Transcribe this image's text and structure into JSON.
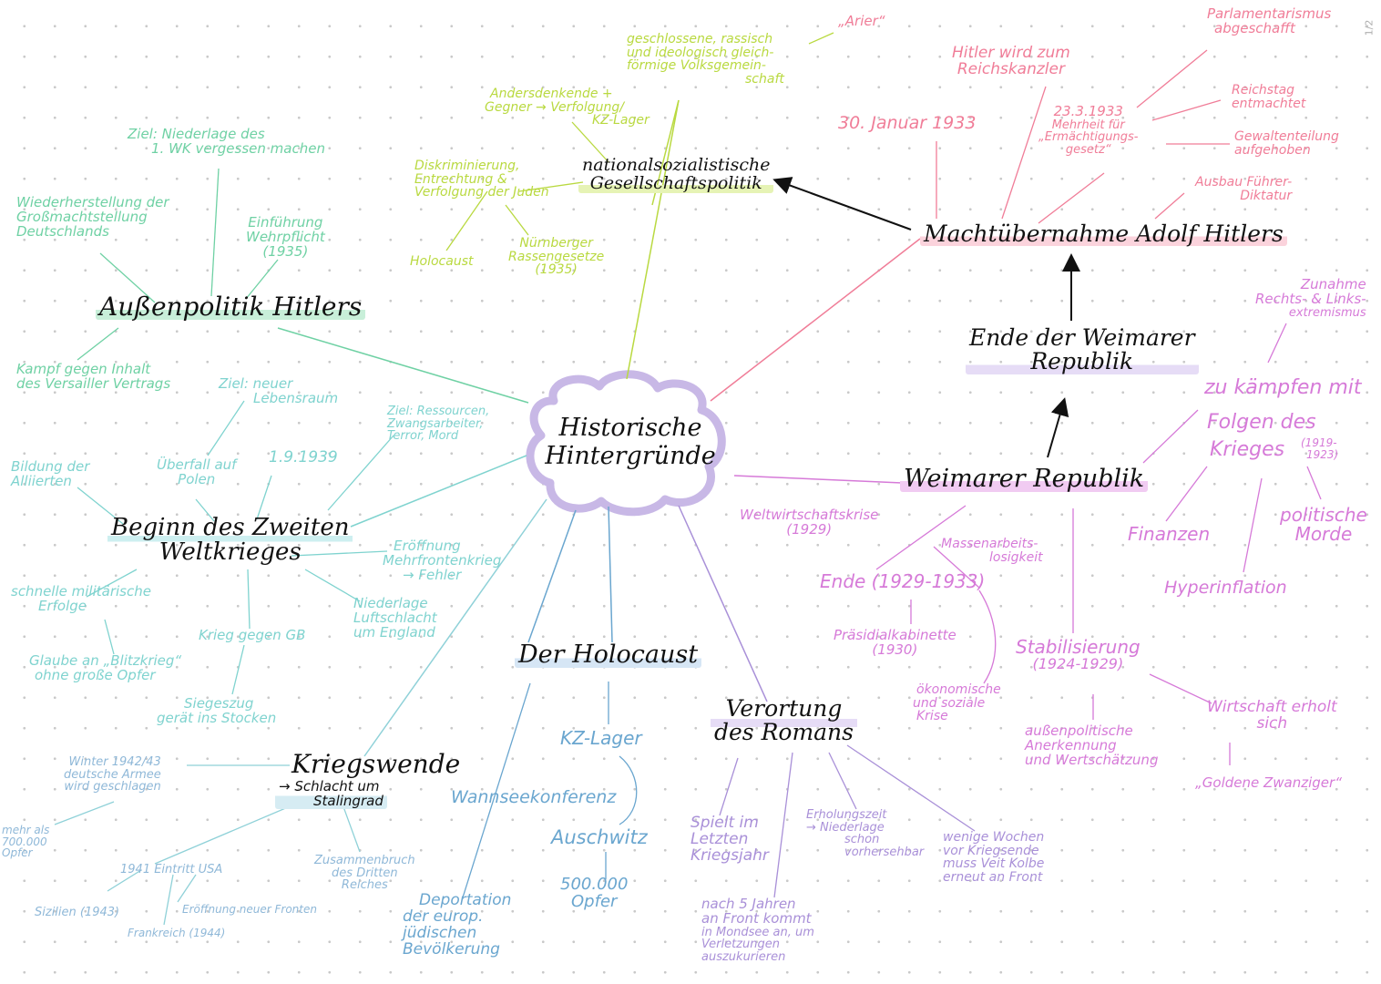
{
  "page_number": "1/2",
  "colors": {
    "green": "#6fd1a4",
    "teal": "#7fd3cf",
    "lime": "#b9d940",
    "pink": "#f07d98",
    "magenta": "#d67ad8",
    "blue": "#6aa6cf",
    "purple": "#a990d8",
    "center": "#c8b8e6"
  },
  "center": {
    "title_line1": "Historische",
    "title_line2": "Hintergründe"
  },
  "aussenpolitik": {
    "title": "Außenpolitik Hitlers",
    "ziel_niederlage": [
      "Ziel: Niederlage des",
      "1. WK vergessen machen"
    ],
    "wiederherstellung": [
      "Wiederherstellung der",
      "Großmachtstellung",
      "Deutschlands"
    ],
    "wehrpflicht": [
      "Einführung",
      "Wehrpflicht",
      "(1935)"
    ],
    "kampf": [
      "Kampf gegen Inhalt",
      "des Versailler Vertrags"
    ]
  },
  "weltkrieg": {
    "title_line1": "Beginn des Zweiten",
    "title_line2": "Weltkrieges",
    "ziel_lebensraum": [
      "Ziel: neuer",
      "Lebensraum"
    ],
    "ziel_ressourcen": [
      "Ziel: Ressourcen,",
      "Zwangsarbeiter,",
      "Terror, Mord"
    ],
    "bildung": [
      "Bildung der",
      "Alliierten"
    ],
    "ueberfall": [
      "Überfall auf",
      "Polen"
    ],
    "datum": "1.9.1939",
    "eroeffnung": [
      "Eröffnung",
      "Mehrfrontenkrieg",
      "→ Fehler"
    ],
    "niederlage": [
      "Niederlage",
      "Luftschlacht",
      "um England"
    ],
    "schnelle": [
      "schnelle militärische",
      "Erfolge"
    ],
    "krieg_gb": "Krieg gegen GB",
    "glaube": [
      "Glaube an „Blitzkrieg“",
      "ohne große Opfer"
    ],
    "siegeszug": [
      "Siegeszug",
      "gerät ins Stocken"
    ]
  },
  "kriegswende": {
    "title": "Kriegswende",
    "sub_line1": "→ Schlacht um",
    "sub_line2": "Stalingrad",
    "winter": [
      "Winter 1942/43",
      "deutsche Armee",
      "wird geschlagen"
    ],
    "opfer": [
      "mehr als",
      "700.000",
      "Opfer"
    ],
    "usa": "1941 Eintritt USA",
    "zusammenbruch": [
      "Zusammenbruch",
      "des Dritten",
      "Reiches"
    ],
    "sizilien": "Sizilien (1943)",
    "fronten": "Eröffnung neuer Fronten",
    "frankreich": "Frankreich (1944)"
  },
  "ns_gesellschaft": {
    "title_line1": "nationalsozialistische",
    "title_line2": "Gesellschaftspolitik",
    "volksgemeinschaft": [
      "geschlossene, rassisch",
      "und ideologisch gleich-",
      "förmige Volksgemein-",
      "schaft"
    ],
    "arier": "„Arier“",
    "andersdenkende": [
      "Andersdenkende +",
      "Gegner → Verfolgung/",
      "KZ-Lager"
    ],
    "diskriminierung": [
      "Diskriminierung,",
      "Entrechtung &",
      "Verfolgung der Juden"
    ],
    "holocaust": "Holocaust",
    "nuernberger": [
      "Nürnberger",
      "Rassengesetze",
      "(1935)"
    ]
  },
  "machtuebernahme": {
    "title": "Machtübernahme Adolf Hitlers",
    "reichskanzler": [
      "Hitler wird zum",
      "Reichskanzler"
    ],
    "datum": "30. Januar 1933",
    "ermaechtigung": [
      "23.3.1933",
      "Mehrheit für",
      "„Ermächtigungs-",
      "gesetz“"
    ],
    "parlamentarismus": [
      "Parlamentarismus",
      "abgeschafft"
    ],
    "reichstag": [
      "Reichstag",
      "entmachtet"
    ],
    "gewaltenteilung": [
      "Gewaltenteilung",
      "aufgehoben"
    ],
    "fuehrer": [
      "Ausbau Führer-",
      "Diktatur"
    ]
  },
  "ende_weimar": {
    "title_line1": "Ende der Weimarer",
    "title_line2": "Republik"
  },
  "weimar": {
    "title": "Weimarer Republik",
    "extremismus": [
      "Zunahme",
      "Rechts- & Links-",
      "extremismus"
    ],
    "kaempfen": "zu kämpfen mit",
    "folgen": "Folgen des",
    "krieges": "Krieges",
    "krieges_jahre": [
      "(1919-",
      "1923)"
    ],
    "finanzen": "Finanzen",
    "morde": [
      "politische",
      "Morde"
    ],
    "hyperinflation": "Hyperinflation",
    "weltwirtschaftskrise": [
      "Weltwirtschaftskrise",
      "(1929)"
    ],
    "massenarbeit": [
      "Massenarbeits-",
      "losigkeit"
    ],
    "ende": "Ende (1929-1933)",
    "praesidial": [
      "Präsidialkabinette",
      "(1930)"
    ],
    "krise": [
      "ökonomische",
      "und soziale",
      "Krise"
    ],
    "stabilisierung": [
      "Stabilisierung",
      "(1924-1929)"
    ],
    "aussenpolitische": [
      "außenpolitische",
      "Anerkennung",
      "und Wertschätzung"
    ],
    "wirtschaft": [
      "Wirtschaft erholt",
      "sich"
    ],
    "zwanziger": "„Goldene Zwanziger“"
  },
  "holocaust": {
    "title": "Der Holocaust",
    "kz": "KZ-Lager",
    "wannsee": "Wannseekonferenz",
    "auschwitz": "Auschwitz",
    "opfer": [
      "500.000",
      "Opfer"
    ],
    "deportation": [
      "Deportation",
      "der europ.",
      "jüdischen",
      "Bevölkerung"
    ]
  },
  "roman": {
    "title_line1": "Verortung",
    "title_line2": "des Romans",
    "kriegsjahr": [
      "Spielt im",
      "Letzten",
      "Kriegsjahr"
    ],
    "erholung": [
      "Erholungszeit",
      "→ Niederlage",
      "schon",
      "vorhersehbar"
    ],
    "wochen": [
      "wenige Wochen",
      "vor Kriegsende",
      "muss Veit Kolbe",
      "erneut an Front"
    ],
    "jahre": [
      "nach 5 Jahren",
      "an Front kommt",
      "in Mondsee an, um",
      "Verletzungen",
      "auszukurieren"
    ]
  }
}
